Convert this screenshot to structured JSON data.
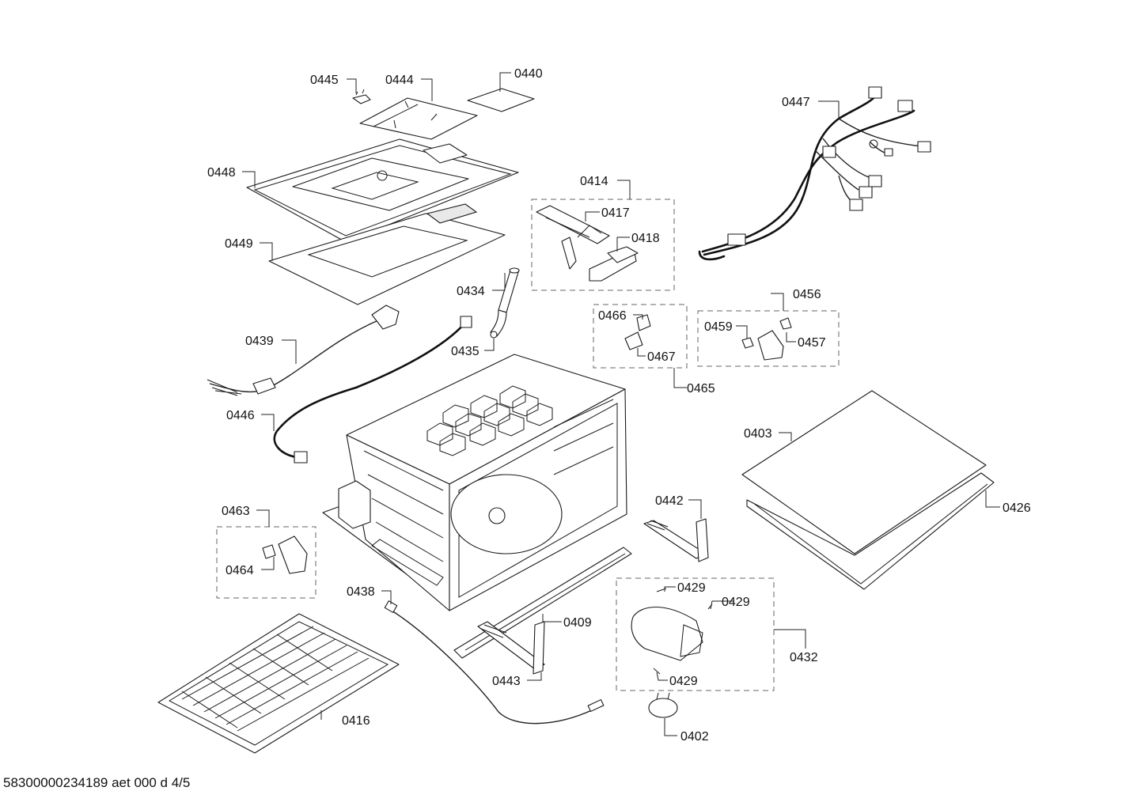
{
  "labels": {
    "p0445": "0445",
    "p0444": "0444",
    "p0440": "0440",
    "p0447": "0447",
    "p0448": "0448",
    "p0414": "0414",
    "p0417": "0417",
    "p0418": "0418",
    "p0449": "0449",
    "p0434": "0434",
    "p0456": "0456",
    "p0466": "0466",
    "p0459": "0459",
    "p0457": "0457",
    "p0435": "0435",
    "p0467": "0467",
    "p0439": "0439",
    "p0465": "0465",
    "p0446": "0446",
    "p0403": "0403",
    "p0426": "0426",
    "p0442": "0442",
    "p0463": "0463",
    "p0464": "0464",
    "p0438": "0438",
    "p0429a": "0429",
    "p0429b": "0429",
    "p0429c": "0429",
    "p0409": "0409",
    "p0432": "0432",
    "p0443": "0443",
    "p0416": "0416",
    "p0402": "0402"
  },
  "footer": "58300000234189 aet 000 d 4/5"
}
